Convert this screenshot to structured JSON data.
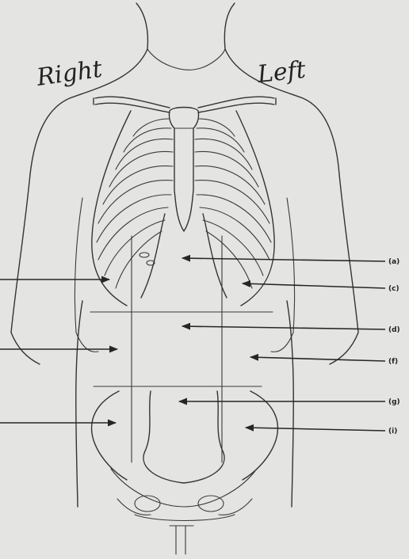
{
  "side_labels": {
    "right": "Right",
    "left": "Left"
  },
  "callouts": [
    "(a)",
    "(c)",
    "(d)",
    "(f)",
    "(g)",
    "(i)"
  ],
  "colors": {
    "paper": "#e4e5e2",
    "ink": "#333333"
  }
}
